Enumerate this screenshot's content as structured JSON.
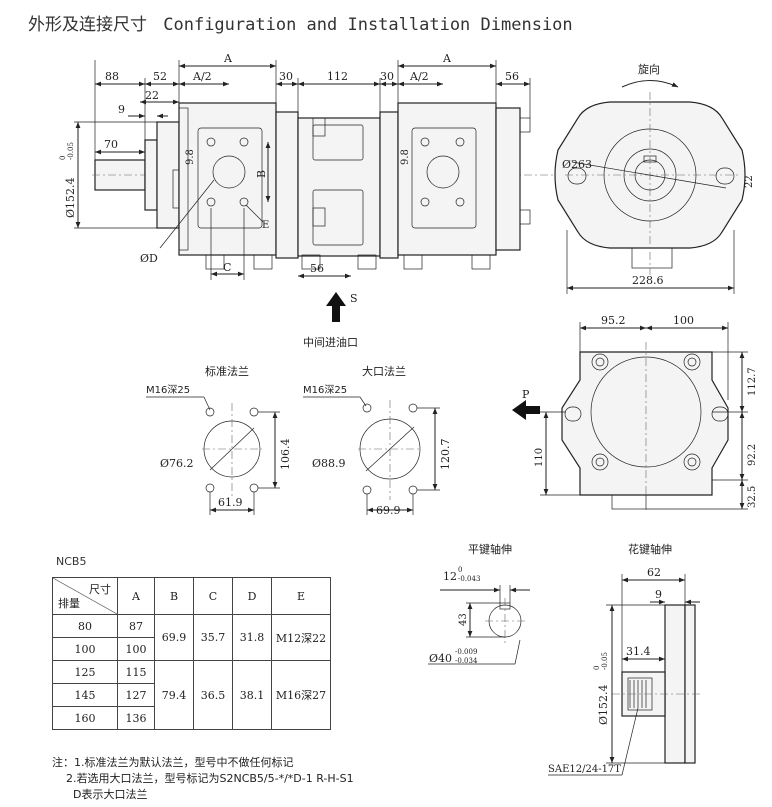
{
  "title": {
    "cn": "外形及连接尺寸",
    "en": "Configuration and Installation Dimension"
  },
  "dims": {
    "A": "A",
    "A2": "A/2",
    "d88": "88",
    "d52": "52",
    "d30": "30",
    "d112": "112",
    "d56": "56",
    "d22": "22",
    "d9": "9",
    "d70": "70",
    "dia152": "Ø152.4",
    "tol0": "0",
    "tolneg05": "-0.05",
    "d98": "9.8",
    "B": "B",
    "C": "C",
    "D": "ØD",
    "E": "E",
    "rotation": "旋向",
    "dia263": "Ø263",
    "d228": "228.6",
    "d952": "95.2",
    "d100": "100",
    "d1127": "112.7",
    "d922": "92.2",
    "d325": "32.5",
    "d110": "110",
    "S": "S",
    "P": "P",
    "center_inlet": "中间进油口"
  },
  "flanges": {
    "standard": {
      "title": "标准法兰",
      "thread": "M16深25",
      "dia": "Ø76.2",
      "height": "106.4",
      "width": "61.9"
    },
    "large": {
      "title": "大口法兰",
      "thread": "M16深25",
      "dia": "Ø88.9",
      "height": "120.7",
      "width": "69.9"
    }
  },
  "shafts": {
    "key": {
      "title": "平键轴伸",
      "key_width": "12",
      "key_tol_up": "0",
      "key_tol_low": "-0.043",
      "height": "43",
      "dia": "Ø40",
      "dia_tol_up": "-0.009",
      "dia_tol_low": "-0.034"
    },
    "spline": {
      "title": "花键轴伸",
      "d62": "62",
      "d9": "9",
      "d314": "31.4",
      "dia": "Ø152.4",
      "tol0": "0",
      "tolneg": "-0.05",
      "sae": "SAE12/24-17T"
    }
  },
  "table": {
    "model": "NCB5",
    "header_size": "尺寸",
    "header_disp": "排量",
    "cols": [
      "A",
      "B",
      "C",
      "D",
      "E"
    ],
    "group1": {
      "rows": [
        [
          "80",
          "87"
        ],
        [
          "100",
          "100"
        ]
      ],
      "B": "69.9",
      "C": "35.7",
      "D": "31.8",
      "E": "M12深22"
    },
    "group2": {
      "rows": [
        [
          "125",
          "115"
        ],
        [
          "145",
          "127"
        ],
        [
          "160",
          "136"
        ]
      ],
      "B": "79.4",
      "C": "36.5",
      "D": "38.1",
      "E": "M16深27"
    }
  },
  "notes": {
    "n1": "注：1.标准法兰为默认法兰，型号中不做任何标记",
    "n2": "    2.若选用大口法兰，型号标记为S2NCB5/5-*/*D-1 R-H-S1",
    "n3": "      D表示大口法兰"
  }
}
